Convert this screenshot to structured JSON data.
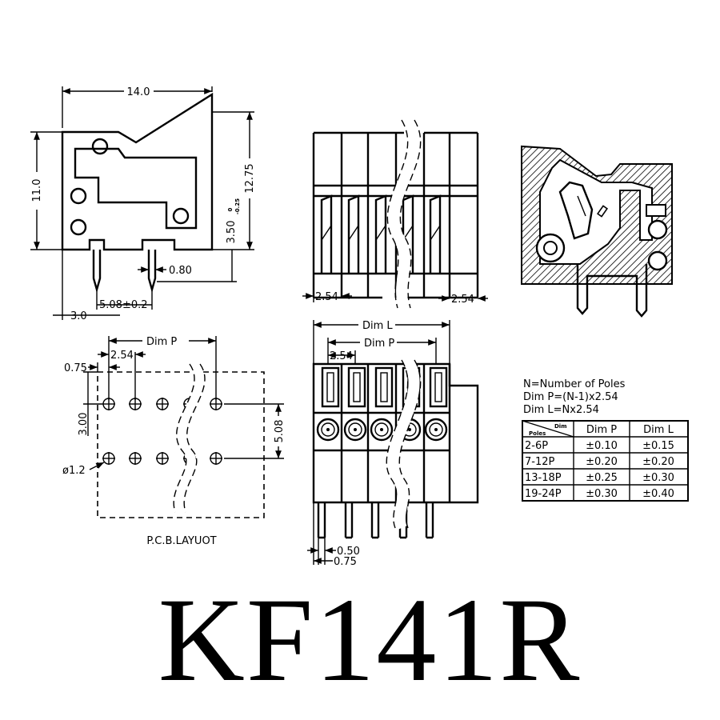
{
  "title": "KF141R",
  "side_view": {
    "width": "14.0",
    "height": "11.0",
    "total_height": "12.75",
    "pin_length": "3.50",
    "pin_length_tol_top": "0",
    "pin_length_tol_bottom": "-0.25",
    "pin_width": "0.80",
    "pin_pitch": "5.08±0.2",
    "pin_offset": "3.0"
  },
  "front_view": {
    "left_pitch": "2.54",
    "right_pitch": "2.54"
  },
  "pcb_layout": {
    "label": "P.C.B.LAYUOT",
    "dim_p": "Dim P",
    "pitch": "2.54",
    "edge": "0.75",
    "row_offset": "3.00",
    "row_spacing": "5.08",
    "hole": "ø1.2"
  },
  "bottom_view": {
    "dim_l": "Dim L",
    "dim_p": "Dim P",
    "pitch": "2.54",
    "pin_thickness": "0.50",
    "pin_width": "0.75"
  },
  "notes": {
    "line1": "N=Number of Poles",
    "line2": "Dim P=(N-1)x2.54",
    "line3": "Dim L=Nx2.54"
  },
  "tolerance_table": {
    "corner_dim": "Dim",
    "corner_poles": "Poles",
    "headers": [
      "Dim P",
      "Dim L"
    ],
    "rows": [
      {
        "poles": "2-6P",
        "dim_p": "±0.10",
        "dim_l": "±0.15"
      },
      {
        "poles": "7-12P",
        "dim_p": "±0.20",
        "dim_l": "±0.20"
      },
      {
        "poles": "13-18P",
        "dim_p": "±0.25",
        "dim_l": "±0.30"
      },
      {
        "poles": "19-24P",
        "dim_p": "±0.30",
        "dim_l": "±0.40"
      }
    ]
  }
}
